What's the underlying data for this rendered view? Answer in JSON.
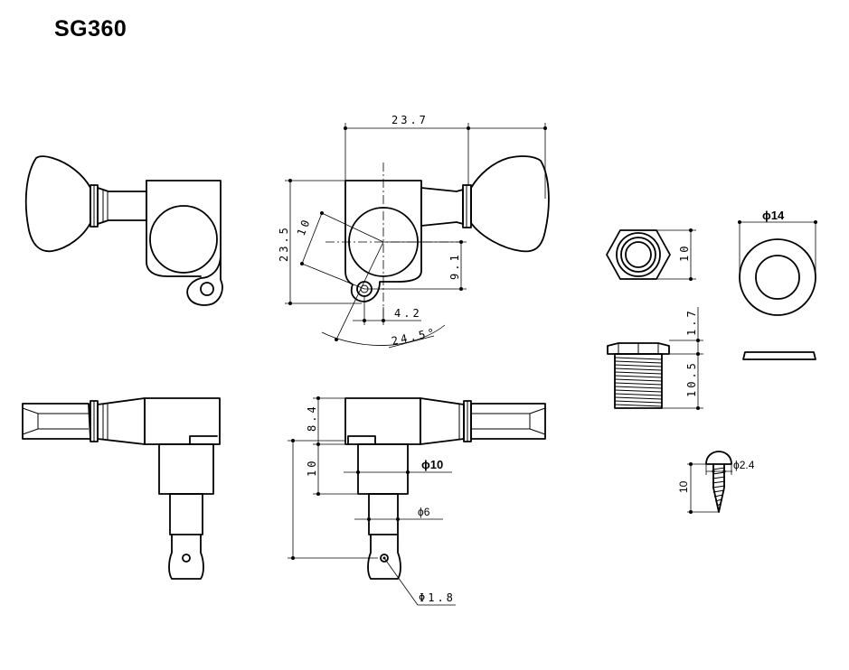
{
  "title": "SG360",
  "dimensions": {
    "total_width": "23.7",
    "body_height": "23.5",
    "offset_radius": "10",
    "center_offset": "9.1",
    "hole_offset": "4.2",
    "angle": "24.5°",
    "head_height": "8.4",
    "bushing_length": "10",
    "bushing_dia": "ϕ10",
    "post_dia": "ϕ6",
    "string_hole": "Φ1.8",
    "nut_width": "10",
    "washer_dia": "ϕ14",
    "flange_thickness": "1.7",
    "thread_length": "10.5",
    "screw_length": "10",
    "screw_dia": "ϕ2.4"
  }
}
